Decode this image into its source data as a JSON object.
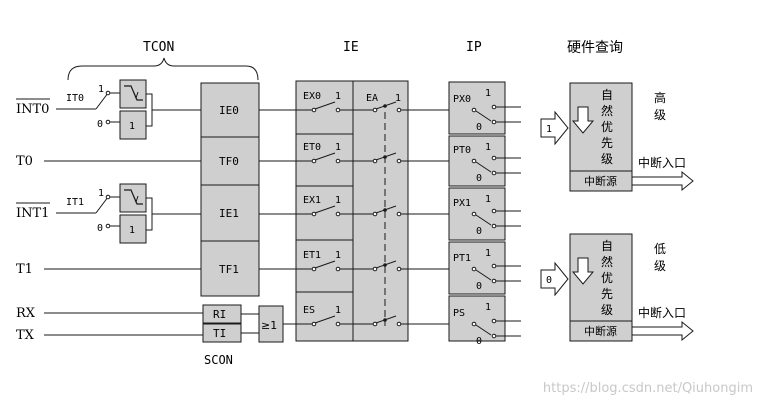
{
  "header": {
    "tcon": "TCON",
    "ie": "IE",
    "ip": "IP",
    "hw_query": "硬件查询"
  },
  "inputs": {
    "int0": "INT0",
    "t0": "T0",
    "int1": "INT1",
    "t1": "T1",
    "rx": "RX",
    "tx": "TX"
  },
  "it_labels": {
    "it0": "IT0",
    "it1": "IT1"
  },
  "switch_digits": {
    "one": "1",
    "zero": "0"
  },
  "tcon_cells": [
    "IE0",
    "TF0",
    "IE1",
    "TF1"
  ],
  "scon": {
    "ri": "RI",
    "ti": "TI",
    "label": "SCON",
    "or_gate": "≥1"
  },
  "ie_rows": [
    "EX0",
    "ET0",
    "EX1",
    "ET1",
    "ES"
  ],
  "ea": "EA",
  "ip_rows": [
    "PX0",
    "PT0",
    "PX1",
    "PT1",
    "PS"
  ],
  "priority": {
    "high": {
      "chars": [
        "自",
        "然",
        "优",
        "先",
        "级"
      ],
      "source": "中断源",
      "entry": "中断入口",
      "level_chars": [
        "高",
        "级"
      ],
      "input_value": "1"
    },
    "low": {
      "chars": [
        "自",
        "然",
        "优",
        "先",
        "级"
      ],
      "source": "中断源",
      "entry": "中断入口",
      "level_chars": [
        "低",
        "级"
      ],
      "input_value": "0"
    }
  },
  "watermark": "https://blog.csdn.net/Qiuhongim",
  "colors": {
    "box_fill": "#cfcfcf",
    "line": "#1a1a1a",
    "watermark": "#c8c8c8"
  }
}
